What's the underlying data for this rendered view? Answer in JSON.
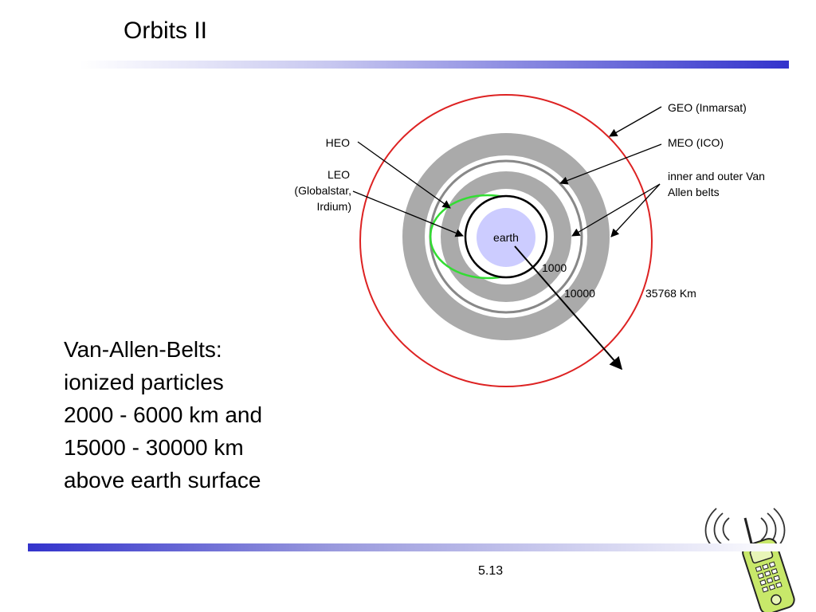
{
  "slide": {
    "title": "Orbits II",
    "page_number": "5.13"
  },
  "body_text": {
    "lines": [
      "Van-Allen-Belts:",
      "ionized particles",
      "2000 - 6000 km and",
      "15000 - 30000 km",
      "above earth surface"
    ]
  },
  "diagram": {
    "earth_label": "earth",
    "labels": {
      "geo": "GEO (Inmarsat)",
      "meo": "MEO (ICO)",
      "van_allen_line1": "inner and outer Van",
      "van_allen_line2": "Allen belts",
      "heo": "HEO",
      "leo_line1": "LEO",
      "leo_line2": "(Globalstar,",
      "leo_line3": "Irdium)"
    },
    "scale": {
      "km_1000": "1000",
      "km_10000": "10000",
      "km_35768": "35768 Km"
    },
    "colors": {
      "geo_orbit": "#dd2222",
      "van_allen_belts": "#aaaaaa",
      "heo_orbit": "#33dd33",
      "earth": "#ccccff",
      "title_bar": "#3333cc"
    }
  },
  "clipart": {
    "icon": "mobile-phone-icon"
  }
}
